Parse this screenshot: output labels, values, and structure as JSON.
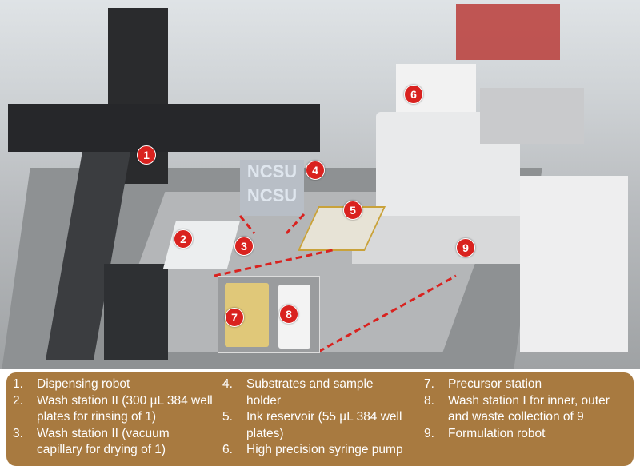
{
  "photo": {
    "inset_text": "NCSU",
    "markers": [
      "1",
      "2",
      "3",
      "4",
      "5",
      "6",
      "7",
      "8",
      "9"
    ],
    "accent_color": "#d9221f"
  },
  "legend": {
    "background": "#a87a40",
    "items": [
      {
        "num": "1.",
        "text": "Dispensing robot"
      },
      {
        "num": "2.",
        "text": "Wash station II (300 µL 384 well plates for rinsing of 1)"
      },
      {
        "num": "3.",
        "text": "Wash station II (vacuum capillary for drying of 1)"
      },
      {
        "num": "4.",
        "text": "Substrates and sample holder"
      },
      {
        "num": "5.",
        "text": "Ink reservoir (55 µL 384 well plates)"
      },
      {
        "num": "6.",
        "text": "High precision syringe pump"
      },
      {
        "num": "7.",
        "text": "Precursor station"
      },
      {
        "num": "8.",
        "text": "Wash station I for inner, outer and waste collection of 9"
      },
      {
        "num": "9.",
        "text": "Formulation robot"
      }
    ]
  }
}
